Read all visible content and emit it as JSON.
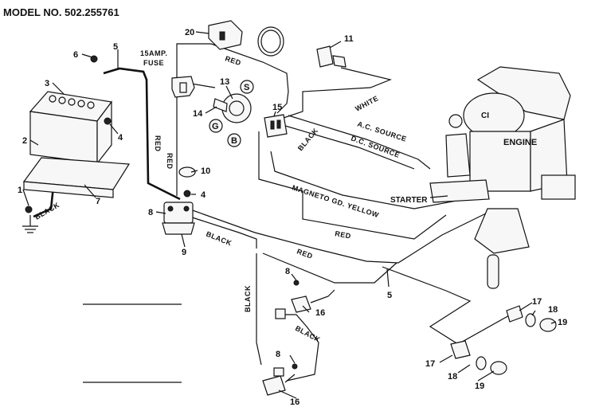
{
  "title": "MODEL NO. 502.255761",
  "parts": {
    "p1": "1",
    "p2": "2",
    "p3": "3",
    "p4a": "4",
    "p4b": "4",
    "p5a": "5",
    "p5b": "5",
    "p6": "6",
    "p7": "7",
    "p8a": "8",
    "p8b": "8",
    "p8c": "8",
    "p9": "9",
    "p10": "10",
    "p11": "11",
    "p13": "13",
    "p14": "14",
    "p15": "15",
    "p16a": "16",
    "p16b": "16",
    "p17a": "17",
    "p17b": "17",
    "p18a": "18",
    "p18b": "18",
    "p19a": "19",
    "p19b": "19",
    "p20": "20"
  },
  "wires": {
    "red_top": "RED",
    "red_left_vertical": "RED",
    "red_fuse_vertical": "RED",
    "red_middle": "RED",
    "red_lower": "RED",
    "white": "WHITE",
    "black_15": "BLACK",
    "black_9": "BLACK",
    "black_battery": "BLACK",
    "black_vertical": "BLACK",
    "black_lower": "BLACK",
    "ac_source": "A.C. SOURCE",
    "dc_source": "D.C. SOURCE",
    "magneto": "MAGNETO GD. YELLOW"
  },
  "labels": {
    "fuse_line1": "15AMP.",
    "fuse_line2": "FUSE",
    "engine": "ENGINE",
    "starter": "STARTER",
    "switch_s": "S",
    "switch_g": "G",
    "switch_b": "B"
  }
}
